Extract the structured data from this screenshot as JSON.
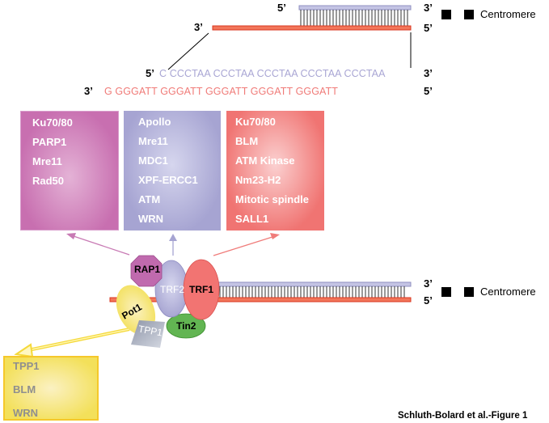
{
  "top_diagram": {
    "labels": {
      "top_strand_5": "5’",
      "top_strand_3": "3’",
      "bottom_strand_3": "3’",
      "bottom_strand_5": "5’"
    },
    "legend": {
      "text": "Centromere"
    }
  },
  "sequences": {
    "upper": {
      "left_label": "5’",
      "sequence": "C CCCTAA CCCTAA CCCTAA CCCTAA CCCTAA",
      "right_label": "3’",
      "color": "#a9a6d4"
    },
    "lower": {
      "left_label": "3’",
      "sequence": "G GGGATT GGGATT GGGATT GGGATT GGGATT",
      "right_label": "5’",
      "color": "#f07b78"
    }
  },
  "boxes": [
    {
      "name": "trf2-rap1-partners",
      "color": "#cc7ab5",
      "items": [
        "Ku70/80",
        "PARP1",
        "Mre11",
        "Rad50"
      ]
    },
    {
      "name": "trf2-partners",
      "color": "#a8a6d2",
      "items": [
        "Apollo",
        "Mre11",
        "MDC1",
        "XPF-ERCC1",
        "ATM",
        "WRN"
      ]
    },
    {
      "name": "trf1-partners",
      "color": "#f07c7a",
      "items": [
        "Ku70/80",
        "BLM",
        "ATM Kinase",
        "Nm23-H2",
        "Mitotic spindle",
        "SALL1"
      ]
    },
    {
      "name": "tpp1-partners",
      "color": "#f3e25f",
      "items": [
        "TPP1",
        "BLM",
        "WRN"
      ]
    }
  ],
  "shelterin": {
    "proteins": [
      "RAP1",
      "TRF2",
      "TRF1",
      "Pot1",
      "TPP1",
      "Tin2"
    ]
  },
  "bottom_diagram": {
    "labels": {
      "top_strand_3": "3’",
      "bottom_strand_5": "5’"
    },
    "legend": {
      "text": "Centromere"
    }
  },
  "caption": "Schluth-Bolard et al.-Figure 1"
}
